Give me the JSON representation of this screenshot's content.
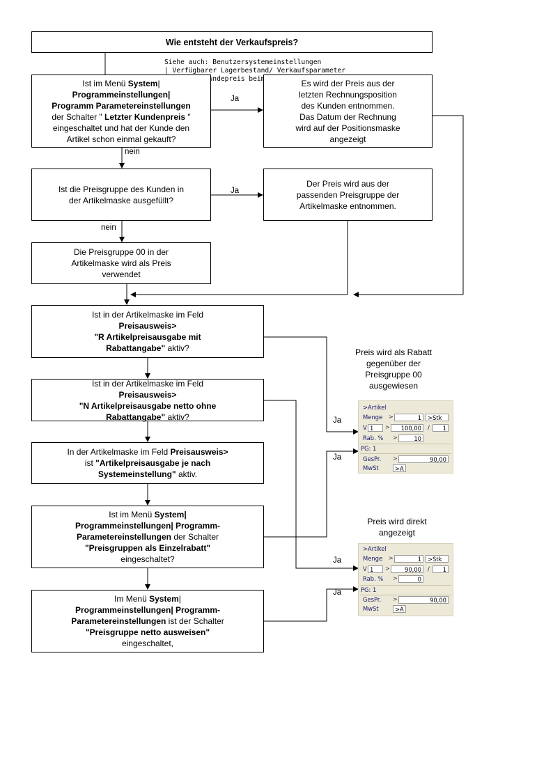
{
  "title": "Wie entsteht der Verkaufspreis?",
  "see_also": {
    "line1": "Siehe auch: Benutzersystemeinstellungen",
    "line2": "| Verfügbarer Lagerbestand/ Verkaufsparameter",
    "line3": "| letzter Kundepreis beim Verkauf"
  },
  "boxes": {
    "q_last_price": {
      "t1": "Ist im Menü ",
      "b1": "System",
      "t2": "| ",
      "b2": "Programmeinstellungen|",
      "b3": "Programm Parametereinstellungen",
      "t3": "der Schalter \" ",
      "b4": "Letzter Kundenpreis",
      "t4": " \"",
      "t5": "eingeschaltet und hat der Kunde den",
      "t6": "Artikel schon einmal gekauft?"
    },
    "a_last_price": {
      "l1": "Es wird der Preis aus der",
      "l2": "letzten Rechnungsposition",
      "l3": "des Kunden entnommen.",
      "l4": "Das Datum der Rechnung",
      "l5": "wird auf der Positionsmaske",
      "l6": "angezeigt"
    },
    "q_pricegroup": {
      "l1": "Ist die Preisgruppe des Kunden in",
      "l2": "der Artikelmaske ausgefüllt?"
    },
    "a_pricegroup": {
      "l1": "Der Preis wird aus der",
      "l2": "passenden Preisgruppe der",
      "l3": "Artikelmaske entnommen."
    },
    "pricegroup_00": {
      "l1": "Die Preisgruppe 00 in der",
      "l2": "Artikelmaske wird als Preis",
      "l3": "verwendet"
    },
    "q_r_output": {
      "t1": "Ist in der Artikelmaske im Feld",
      "b1": "Preisausweis>",
      "b2": "\"R Artikelpreisausgabe mit",
      "b3": "Rabattangabe\"",
      "t2": " aktiv?"
    },
    "q_n_output": {
      "t1": "Ist in der Artikelmaske im Feld",
      "b1": "Preisausweis>",
      "b2": "\"N Artikelpreisausgabe netto ohne",
      "b3": "Rabattangabe\"",
      "t2": " aktiv?"
    },
    "q_system_setting": {
      "t1": "In der Artikelmaske im Feld  ",
      "b1": "Preisausweis>",
      "t2": "ist ",
      "b2": "\"Artikelpreisausgabe je nach",
      "b3": "Systemeinstellung\"",
      "t3": " aktiv."
    },
    "q_single_discount": {
      "t1": "Ist im Menü  ",
      "b1": "System|",
      "b2": "Programmeinstellungen| Programm-",
      "b3": "Parametereinstellungen",
      "t2": " der Schalter",
      "b4": "\"Preisgruppen als Einzelrabatt\"",
      "t3": "eingeschaltet?"
    },
    "q_net": {
      "t1": "Im Menü ",
      "b1": "System",
      "t2": "|",
      "b2": "Programmeinstellungen| Programm-",
      "b3": "Parametereinstellungen",
      "t3": " ist der Schalter",
      "b4": "\"Preisgruppe netto ausweisen\"",
      "t4": "eingeschaltet,"
    }
  },
  "labels": {
    "ja": "Ja",
    "nein": "nein"
  },
  "captions": {
    "discount": {
      "l1": "Preis wird als Rabatt",
      "l2": "gegenüber der",
      "l3": "Preisgruppe 00",
      "l4": "ausgewiesen"
    },
    "direct": {
      "l1": "Preis wird direkt",
      "l2": "angezeigt"
    }
  },
  "panels": {
    "discount": {
      "header": ">Artikel",
      "menge_label": "Menge",
      "menge_value": "1",
      "unit": ">Stk",
      "v_label": "V",
      "v_value": "1",
      "price": "100,00",
      "slash": "/",
      "per": "1",
      "rab_label": "Rab. %",
      "rab_value": "10",
      "pg": "PG: 1",
      "gespr_label": "GesPr.",
      "gespr_value": "90,00",
      "mwst_label": "MwSt",
      "mwst_value": ">A"
    },
    "direct": {
      "header": ">Artikel",
      "menge_label": "Menge",
      "menge_value": "1",
      "unit": ">Stk",
      "v_label": "V",
      "v_value": "1",
      "price": "90,00",
      "slash": "/",
      "per": "1",
      "rab_label": "Rab. %",
      "rab_value": "0",
      "pg": "PG: 1",
      "gespr_label": "GesPr.",
      "gespr_value": "90,00",
      "mwst_label": "MwSt",
      "mwst_value": ">A"
    }
  },
  "colors": {
    "line": "#000000",
    "panel_bg": "#ece9d8",
    "panel_text": "#1a1a6a"
  }
}
